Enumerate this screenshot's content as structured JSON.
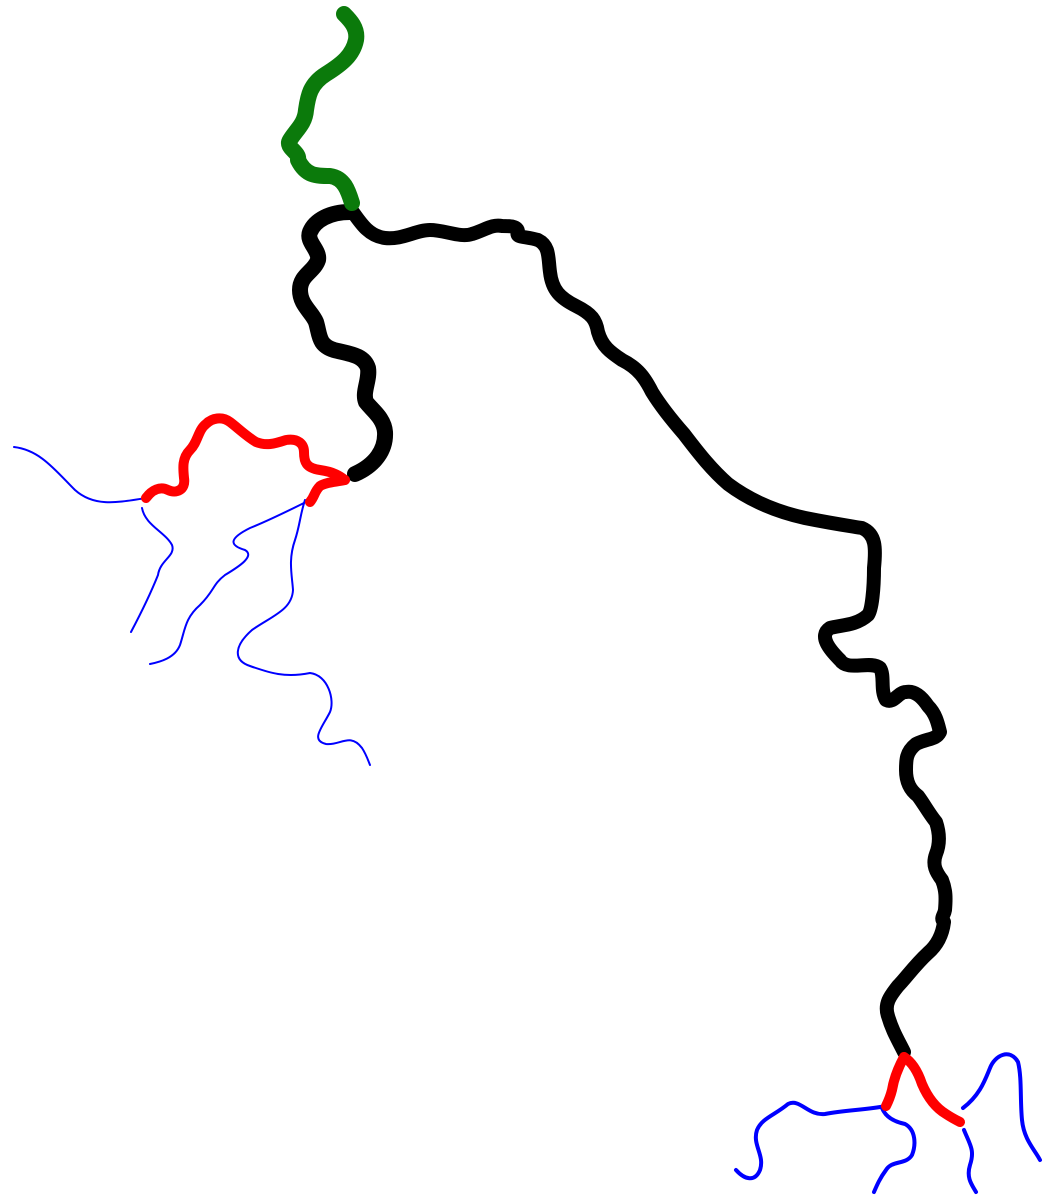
{
  "diagram": {
    "description_visible_text": "",
    "colors": {
      "background": "#ffffff",
      "trunk": "#000000",
      "root": "#0b7a0b",
      "junction": "#ff0000",
      "branch": "#0000ff"
    },
    "segments": [
      {
        "name": "root-segment",
        "color_key": "root"
      },
      {
        "name": "trunk-left-segment",
        "color_key": "trunk"
      },
      {
        "name": "trunk-right-segment",
        "color_key": "trunk"
      },
      {
        "name": "left-junction-segment",
        "color_key": "junction"
      },
      {
        "name": "left-junction-stub",
        "color_key": "junction"
      },
      {
        "name": "right-junction-left-arm",
        "color_key": "junction"
      },
      {
        "name": "right-junction-right-arm",
        "color_key": "junction"
      },
      {
        "name": "left-branch-1",
        "color_key": "branch"
      },
      {
        "name": "left-branch-2",
        "color_key": "branch"
      },
      {
        "name": "left-branch-3",
        "color_key": "branch"
      },
      {
        "name": "left-branch-4",
        "color_key": "branch"
      },
      {
        "name": "right-branch-1",
        "color_key": "branch"
      },
      {
        "name": "right-branch-2",
        "color_key": "branch"
      },
      {
        "name": "right-branch-3",
        "color_key": "branch"
      },
      {
        "name": "right-branch-4",
        "color_key": "branch"
      }
    ]
  }
}
